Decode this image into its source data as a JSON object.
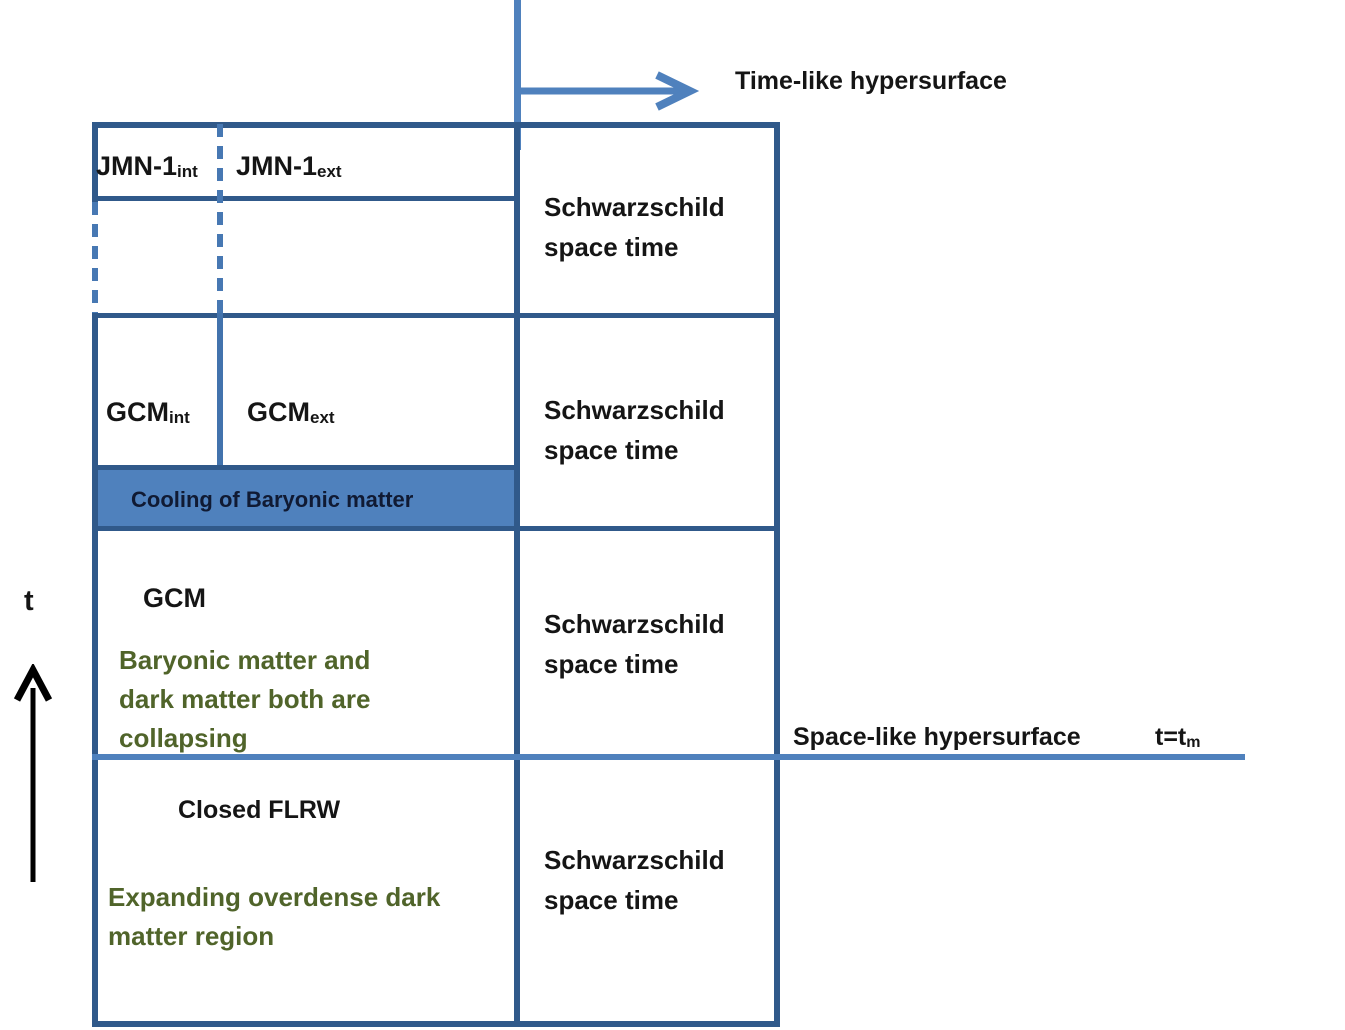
{
  "colors": {
    "table_border": "#30598a",
    "accent_blue": "#4f81bd",
    "dashed_line_blue": "#4778b3",
    "note_green": "#50642a",
    "text_black": "#151515",
    "background": "#ffffff"
  },
  "axes": {
    "time_like_label": "Time-like hypersurface",
    "space_like_label": "Space-like hypersurface",
    "time_eq_base": "t=t",
    "time_eq_sub": "m",
    "t_axis_label": "t"
  },
  "regions": {
    "jmn_int_base": "JMN-1",
    "jmn_int_sub": "int",
    "jmn_ext_base": "JMN-1",
    "jmn_ext_sub": "ext",
    "gcm_int_base": "GCM",
    "gcm_int_sub": "int",
    "gcm_ext_base": "GCM",
    "gcm_ext_sub": "ext",
    "schwarzschild_line1": "Schwarzschild",
    "schwarzschild_line2": "space time",
    "cooling_bar_label": "Cooling of Baryonic matter",
    "gcm_label": "GCM",
    "gcm_note1": "Baryonic matter and",
    "gcm_note2": "dark matter both are",
    "gcm_note3": "collapsing",
    "flrw_label": "Closed FLRW",
    "flrw_note1": "Expanding overdense dark",
    "flrw_note2": "matter region"
  }
}
